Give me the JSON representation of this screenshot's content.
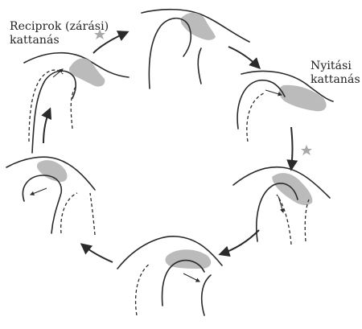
{
  "labels": {
    "closing_click": [
      "Reciprok (zárási)",
      "kattanás"
    ],
    "opening_click": [
      "Nyitási",
      "kattanás"
    ]
  },
  "colors": {
    "ink": "#2a2a2a",
    "disc": "#b4b4b4",
    "star": "#a8a8a8",
    "background": "#ffffff"
  },
  "icons": [
    "star-icon",
    "arrow-icon"
  ]
}
